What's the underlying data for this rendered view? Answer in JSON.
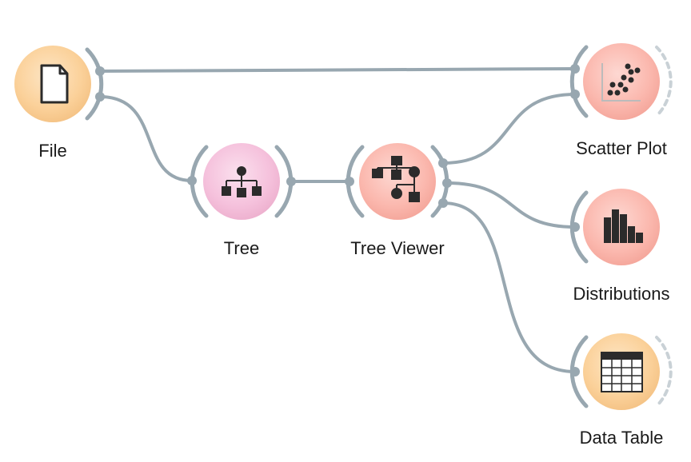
{
  "canvas": {
    "widgets": [
      {
        "id": "file",
        "label": "File",
        "icon": "file-icon",
        "color": "#fbd6a4"
      },
      {
        "id": "tree",
        "label": "Tree",
        "icon": "tree-icon",
        "color": "#f6c8e0"
      },
      {
        "id": "tree-viewer",
        "label": "Tree Viewer",
        "icon": "tree-viewer-icon",
        "color": "#fbbcb4"
      },
      {
        "id": "scatter-plot",
        "label": "Scatter Plot",
        "icon": "scatter-plot-icon",
        "color": "#fbbcb4"
      },
      {
        "id": "distributions",
        "label": "Distributions",
        "icon": "bar-chart-icon",
        "color": "#fbbcb4"
      },
      {
        "id": "data-table",
        "label": "Data Table",
        "icon": "table-icon",
        "color": "#fbd6a4"
      }
    ],
    "links": [
      {
        "from": "file",
        "to": "scatter-plot"
      },
      {
        "from": "file",
        "to": "tree"
      },
      {
        "from": "tree",
        "to": "tree-viewer"
      },
      {
        "from": "tree-viewer",
        "to": "scatter-plot"
      },
      {
        "from": "tree-viewer",
        "to": "distributions"
      },
      {
        "from": "tree-viewer",
        "to": "data-table"
      }
    ],
    "link_color": "#98a7b0"
  }
}
